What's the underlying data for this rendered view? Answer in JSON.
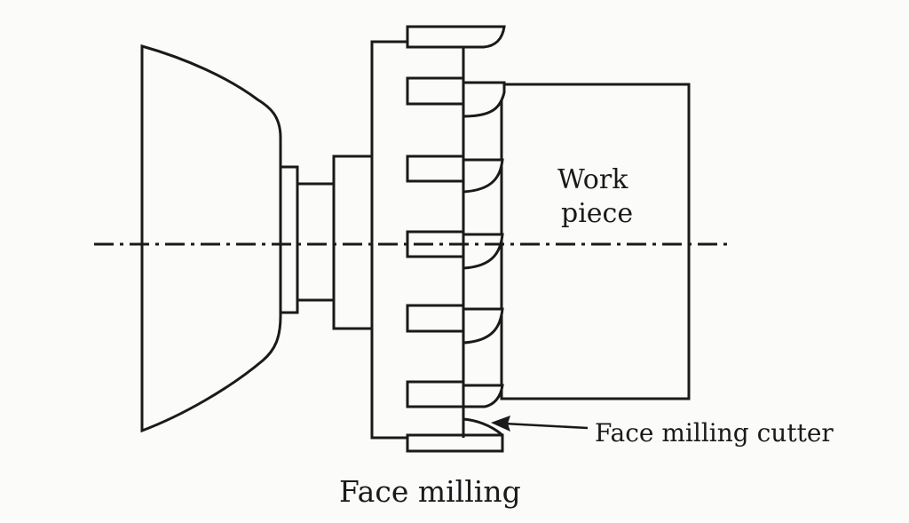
{
  "labels": {
    "workpiece_line1": "Work",
    "workpiece_line2": "piece",
    "cutter_label": "Face milling cutter",
    "caption": "Face milling"
  },
  "colors": {
    "ink": "#1a1a1a",
    "background": "#fbfbfa"
  }
}
